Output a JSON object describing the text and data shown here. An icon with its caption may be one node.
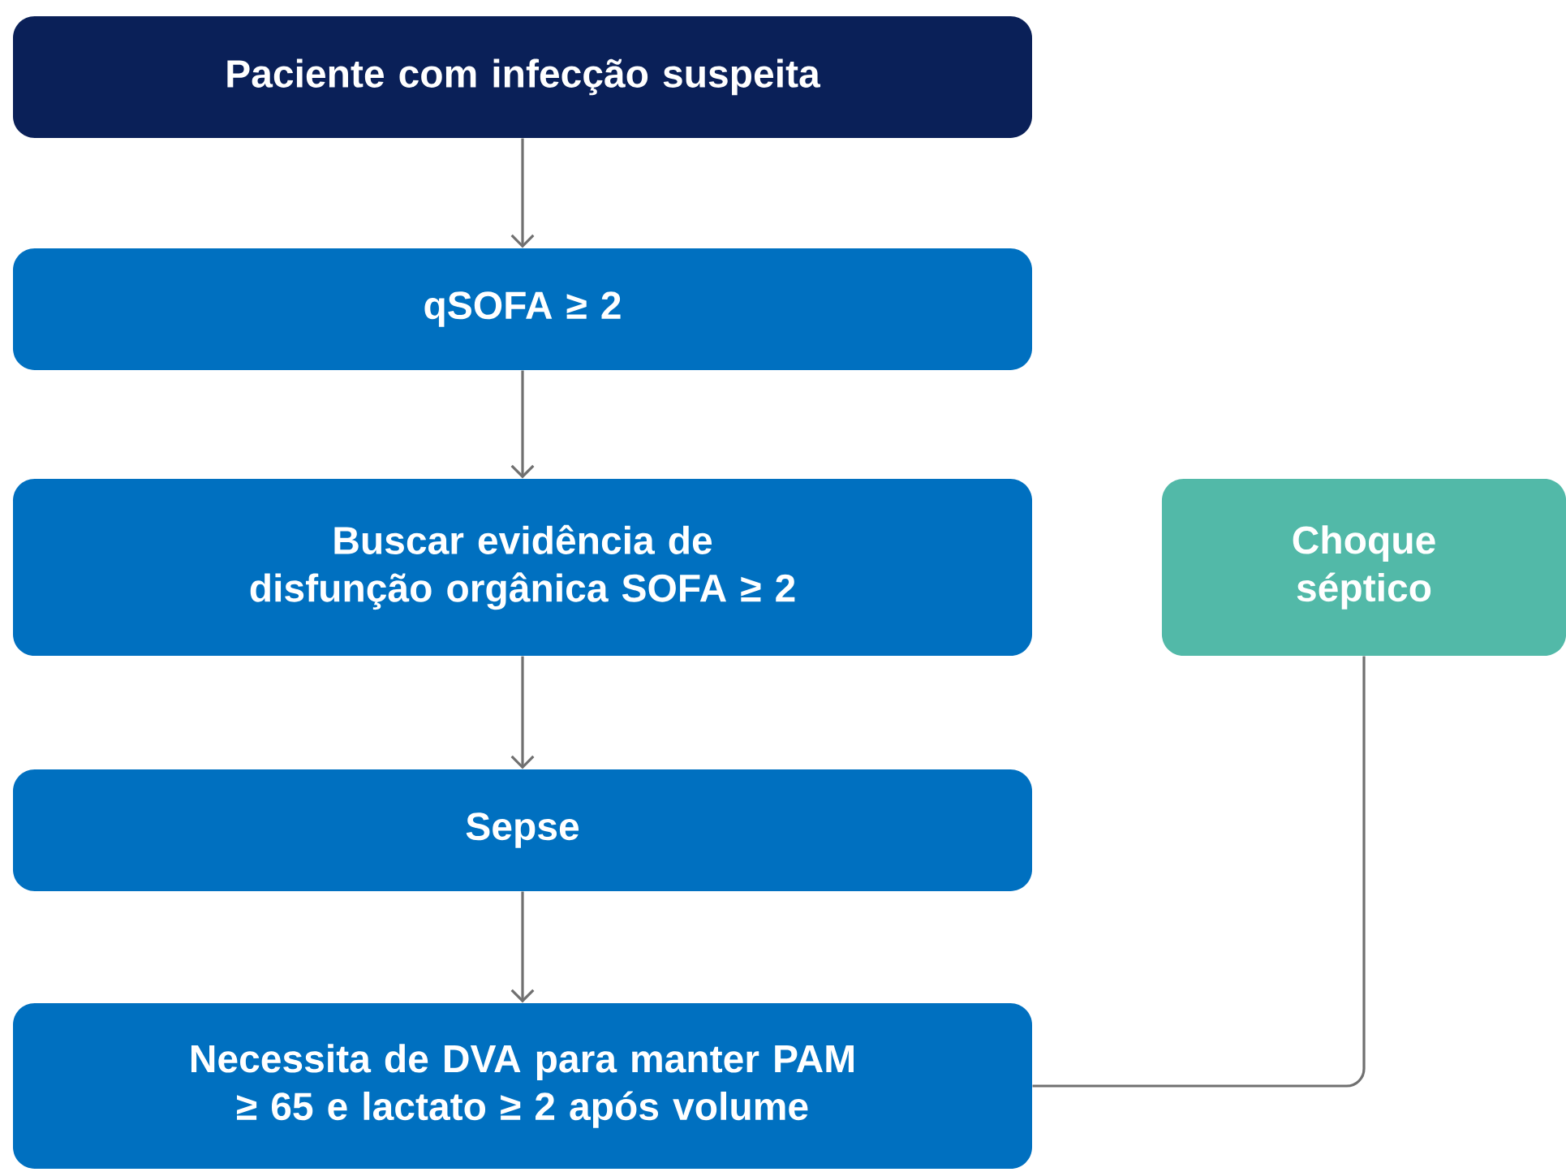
{
  "diagram": {
    "nodes": [
      {
        "text": [
          "Paciente com infecção suspeita"
        ]
      },
      {
        "text": [
          "qSOFA ≥ 2"
        ]
      },
      {
        "text": [
          "Buscar evidência de disfunção orgânica SOFA ≥ 2"
        ]
      },
      {
        "text": [
          "Choque séptico"
        ]
      },
      {
        "text": [
          "Sepse"
        ]
      },
      {
        "text": [
          "Necessita de DVA para manter PAM ≥ 65 e lactato ≥ 2 após volume"
        ]
      }
    ],
    "edges": [
      {
        "from": 0,
        "to": 1,
        "arrow": "to"
      },
      {
        "from": 1,
        "to": 2,
        "arrow": "to"
      },
      {
        "from": 2,
        "to": 4,
        "arrow": "to"
      },
      {
        "from": 4,
        "to": 5,
        "arrow": "to"
      },
      {
        "from": 5,
        "to": 3,
        "arrow": "none"
      }
    ]
  }
}
